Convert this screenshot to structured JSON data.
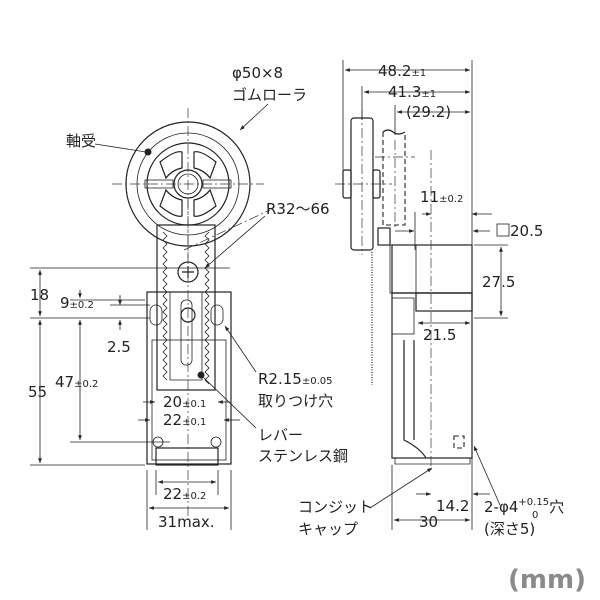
{
  "front_view": {
    "roller_spec": "φ50×8",
    "roller_label": "ゴムローラ",
    "bearing_label": "軸受",
    "radius_label": "R32～66",
    "dim_18": "18",
    "dim_9": "9",
    "dim_9_tol": "±0.2",
    "dim_2_5": "2.5",
    "dim_55": "55",
    "dim_47": "47",
    "dim_47_tol": "±0.2",
    "hole_radius": "R2.15",
    "hole_radius_tol": "±0.05",
    "hole_label": "取りつけ穴",
    "dim_20": "20",
    "dim_20_tol": "±0.1",
    "dim_22a": "22",
    "dim_22a_tol": "±0.1",
    "lever_label_1": "レバー",
    "lever_label_2": "ステンレス鋼",
    "dim_22b": "22",
    "dim_22b_tol": "±0.2",
    "dim_31": "31max."
  },
  "side_view": {
    "dim_48_2": "48.2",
    "dim_48_2_tol": "±1",
    "dim_41_3": "41.3",
    "dim_41_3_tol": "±1",
    "dim_29_2": "(29.2)",
    "dim_11": "11",
    "dim_11_tol": "±0.2",
    "dim_20_5": "20.5",
    "dim_27_5": "27.5",
    "dim_21_5": "21.5",
    "dim_14_2": "14.2",
    "dim_30": "30",
    "hole_spec": "2-φ4",
    "hole_tol_upper": "+0.15",
    "hole_tol_lower": "0",
    "hole_suffix": "穴",
    "hole_depth": "(深さ5)",
    "conduit_label_1": "コンジット",
    "conduit_label_2": "キャップ"
  },
  "unit_label": "(mm)"
}
